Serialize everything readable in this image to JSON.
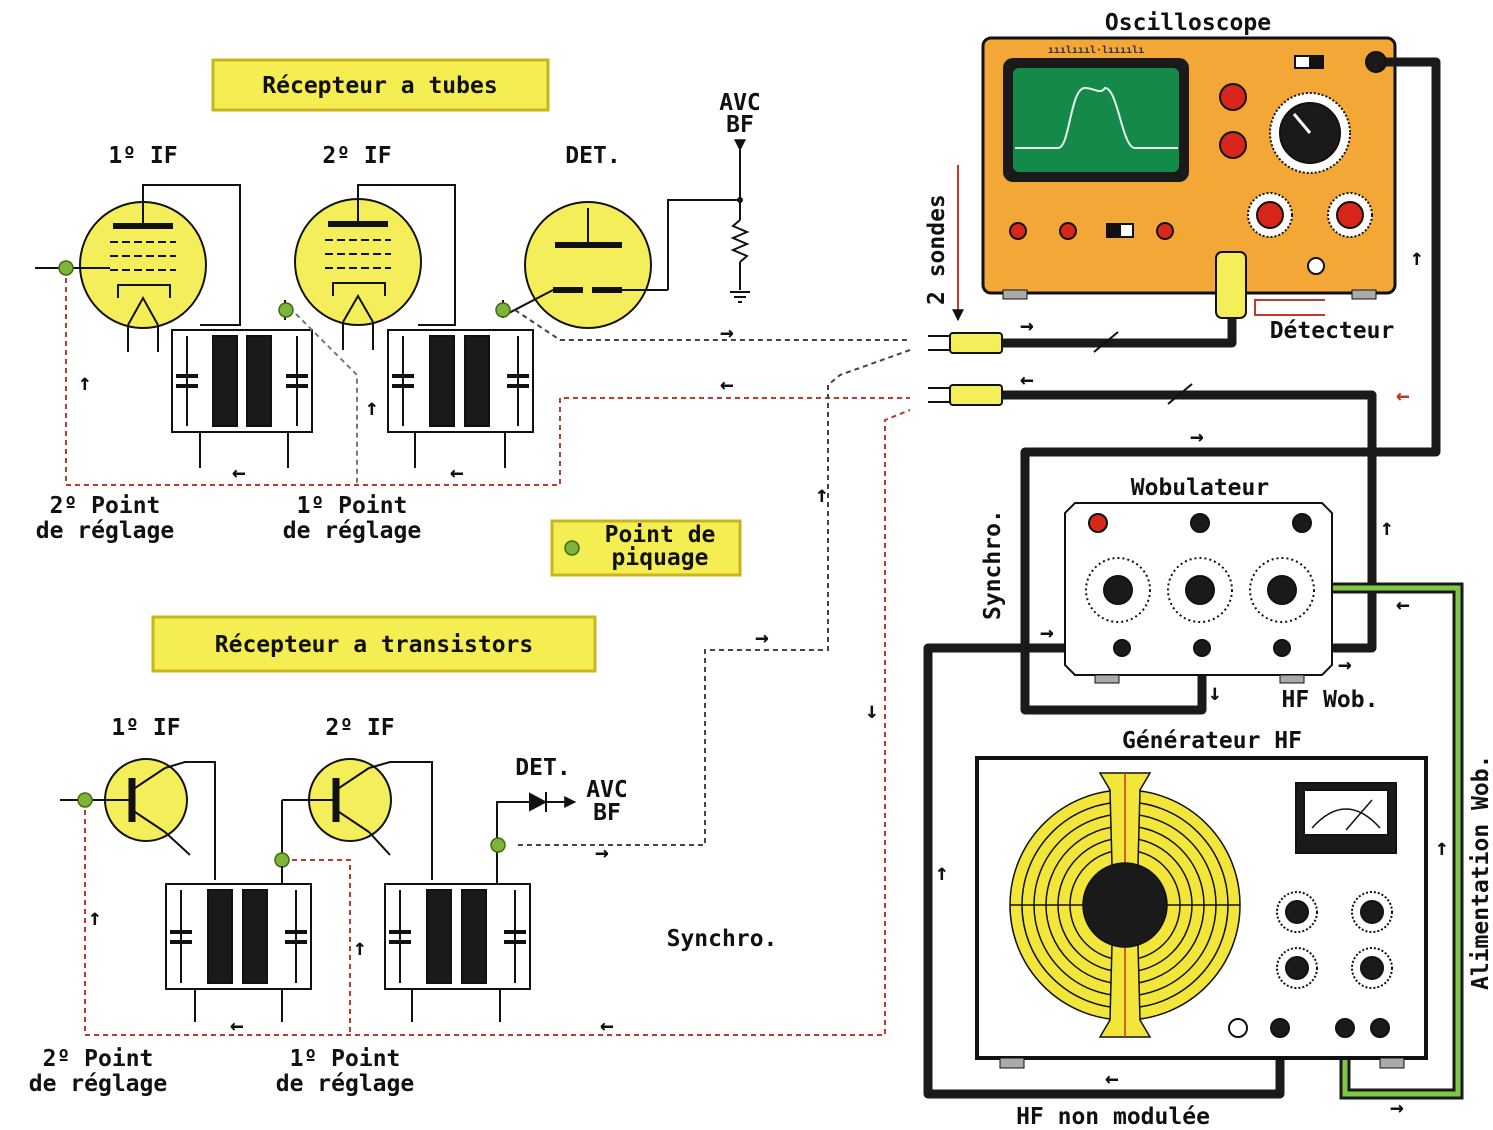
{
  "colors": {
    "tube_yellow": "#f3ee59",
    "label_box": "#f5ee52",
    "label_box_border": "#c8b51e",
    "oscilloscope_body": "#f3a736",
    "screen_green": "#138a4a",
    "cable_black": "#1a1a1a",
    "cable_green": "#7ec845",
    "probe_yellow": "#f3ee59",
    "dot_green": "#7fb43a",
    "dashed_red": "#c0392b",
    "knob_red": "#d8261a",
    "coil_yellow": "#f2e63a"
  },
  "labels": {
    "tube_receiver": "Récepteur a tubes",
    "transistor_receiver": "Récepteur a transistors",
    "if1": "1º IF",
    "if2": "2º IF",
    "det": "DET.",
    "avc": "AVC",
    "bf": "BF",
    "point2_line1": "2º Point",
    "point1_line1": "1º Point",
    "point_line2": "de réglage",
    "piquage_line1": "Point de",
    "piquage_line2": "piquage",
    "oscilloscope": "Oscilloscope",
    "oscilloscope_brand": "ııılıııl·lıııılı",
    "two_probes": "2 sondes",
    "detector": "Détecteur",
    "wobulator": "Wobulateur",
    "synchro_vertical": "Synchro.",
    "synchro": "Synchro.",
    "hf_wob": "HF Wob.",
    "generator": "Générateur  HF",
    "wob_power": "Alimentation Wob.",
    "hf_unmodulated": "HF non modulée"
  },
  "icons": {
    "tube": "triode-pentode-tube-icon",
    "transistor": "transistor-icon",
    "transformer": "if-transformer-icon",
    "diode": "diode-icon",
    "probe": "probe-icon",
    "knob": "knob-icon",
    "meter": "analog-meter-icon",
    "coil": "tuning-dial-icon"
  }
}
